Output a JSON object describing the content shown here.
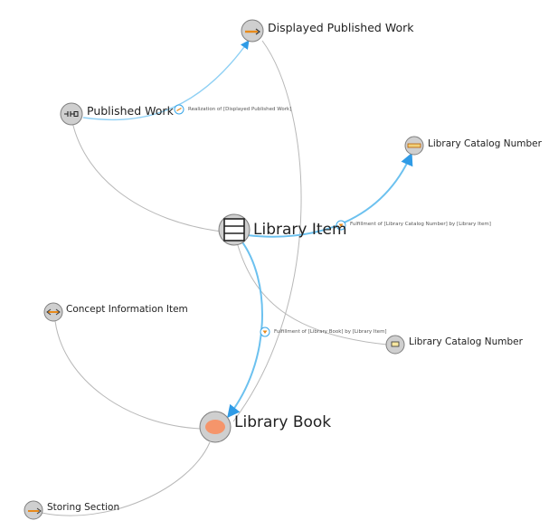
{
  "nodes": [
    {
      "id": "displayed-published-work",
      "label": "Displayed Published Work",
      "icon": "arrow-right-icon"
    },
    {
      "id": "published-work",
      "label": "Published Work",
      "icon": "connector-icon"
    },
    {
      "id": "library-catalog-number-top",
      "label": "Library Catalog Number",
      "icon": "minus-icon"
    },
    {
      "id": "library-item",
      "label": "Library Item",
      "icon": "table-icon"
    },
    {
      "id": "concept-information-item",
      "label": "Concept Information Item",
      "icon": "double-arrow-icon"
    },
    {
      "id": "library-catalog-number-bottom",
      "label": "Library Catalog Number",
      "icon": "rectangle-icon"
    },
    {
      "id": "library-book",
      "label": "Library Book",
      "icon": "ellipse-icon"
    },
    {
      "id": "storing-section",
      "label": "Storing Section",
      "icon": "arrow-right-icon"
    }
  ],
  "edge_labels": {
    "realization": "Realization of [Displayed Published Work]",
    "fulfillment_catalog": "Fulfillment of [Library Catalog Number] by [Library Item]",
    "fulfillment_book": "Fulfillment of [Library Book] by [Library Item]"
  },
  "colors": {
    "node_fill": "#cfcfcf",
    "node_stroke": "#7f7f7f",
    "edge_gray": "#b8b8b8",
    "edge_blue": "#6cc1ef",
    "arrow_blue": "#2f9be6",
    "icon_orange": "#e88a1a",
    "book_fill": "#f5956b"
  }
}
